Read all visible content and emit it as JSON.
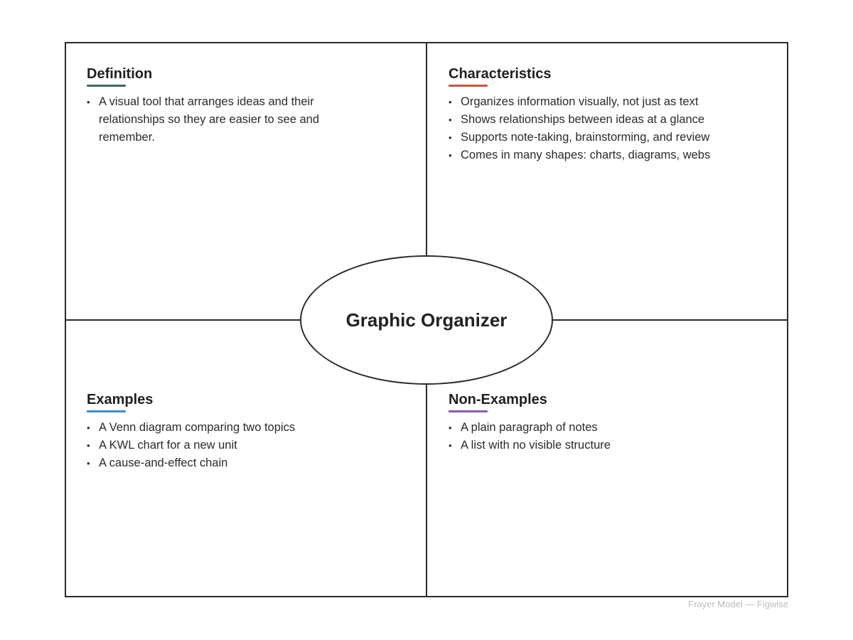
{
  "center": {
    "title": "Graphic Organizer"
  },
  "quadrants": {
    "definition": {
      "title": "Definition",
      "accent": "#3d6b5c",
      "items": [
        "A visual tool that arranges ideas and their relationships so they are easier to see and remember."
      ]
    },
    "characteristics": {
      "title": "Characteristics",
      "accent": "#c8553d",
      "items": [
        "Organizes information visually, not just as text",
        "Shows relationships between ideas at a glance",
        "Supports note-taking, brainstorming, and review",
        "Comes in many shapes: charts, diagrams, webs"
      ]
    },
    "examples": {
      "title": "Examples",
      "accent": "#3a8fd0",
      "items": [
        "A Venn diagram comparing two topics",
        "A KWL chart for a new unit",
        "A cause-and-effect chain"
      ]
    },
    "non_examples": {
      "title": "Non-Examples",
      "accent": "#8a5cb0",
      "items": [
        "A plain paragraph of notes",
        "A list with no visible structure"
      ]
    }
  },
  "footer": {
    "text": "Frayer Model — Figwise"
  }
}
